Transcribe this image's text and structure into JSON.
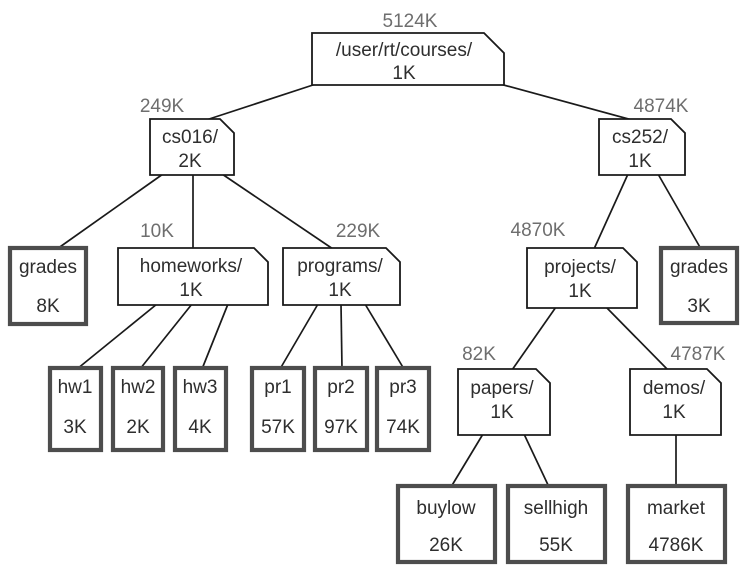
{
  "diagram": {
    "kind": "file-system-tree",
    "node_shapes": {
      "directory": "rectangle with folded top-right corner",
      "file": "thick-bordered rectangle"
    },
    "colors": {
      "background": "#ffffff",
      "edge": "#1a1a1a",
      "directory_border": "#1a1a1a",
      "file_border": "#4d4d4d",
      "label_text": "#2e2e2e",
      "annotation_text": "#6e6e6e"
    }
  },
  "nodes": {
    "root": {
      "label": "/user/rt/courses/",
      "size": "1K",
      "cumulative": "5124K",
      "type": "directory"
    },
    "cs016": {
      "label": "cs016/",
      "size": "2K",
      "cumulative": "249K",
      "type": "directory"
    },
    "cs252": {
      "label": "cs252/",
      "size": "1K",
      "cumulative": "4874K",
      "type": "directory"
    },
    "grades1": {
      "label": "grades",
      "size": "8K",
      "type": "file"
    },
    "homeworks": {
      "label": "homeworks/",
      "size": "1K",
      "cumulative": "10K",
      "type": "directory"
    },
    "programs": {
      "label": "programs/",
      "size": "1K",
      "cumulative": "229K",
      "type": "directory"
    },
    "projects": {
      "label": "projects/",
      "size": "1K",
      "cumulative": "4870K",
      "type": "directory"
    },
    "grades2": {
      "label": "grades",
      "size": "3K",
      "type": "file"
    },
    "hw1": {
      "label": "hw1",
      "size": "3K",
      "type": "file"
    },
    "hw2": {
      "label": "hw2",
      "size": "2K",
      "type": "file"
    },
    "hw3": {
      "label": "hw3",
      "size": "4K",
      "type": "file"
    },
    "pr1": {
      "label": "pr1",
      "size": "57K",
      "type": "file"
    },
    "pr2": {
      "label": "pr2",
      "size": "97K",
      "type": "file"
    },
    "pr3": {
      "label": "pr3",
      "size": "74K",
      "type": "file"
    },
    "papers": {
      "label": "papers/",
      "size": "1K",
      "cumulative": "82K",
      "type": "directory"
    },
    "demos": {
      "label": "demos/",
      "size": "1K",
      "cumulative": "4787K",
      "type": "directory"
    },
    "buylow": {
      "label": "buylow",
      "size": "26K",
      "type": "file"
    },
    "sellhigh": {
      "label": "sellhigh",
      "size": "55K",
      "type": "file"
    },
    "market": {
      "label": "market",
      "size": "4786K",
      "type": "file"
    }
  },
  "structure": {
    "root": [
      "cs016",
      "cs252"
    ],
    "cs016": [
      "grades1",
      "homeworks",
      "programs"
    ],
    "cs252": [
      "projects",
      "grades2"
    ],
    "homeworks": [
      "hw1",
      "hw2",
      "hw3"
    ],
    "programs": [
      "pr1",
      "pr2",
      "pr3"
    ],
    "projects": [
      "papers",
      "demos"
    ],
    "papers": [
      "buylow",
      "sellhigh"
    ],
    "demos": [
      "market"
    ]
  }
}
